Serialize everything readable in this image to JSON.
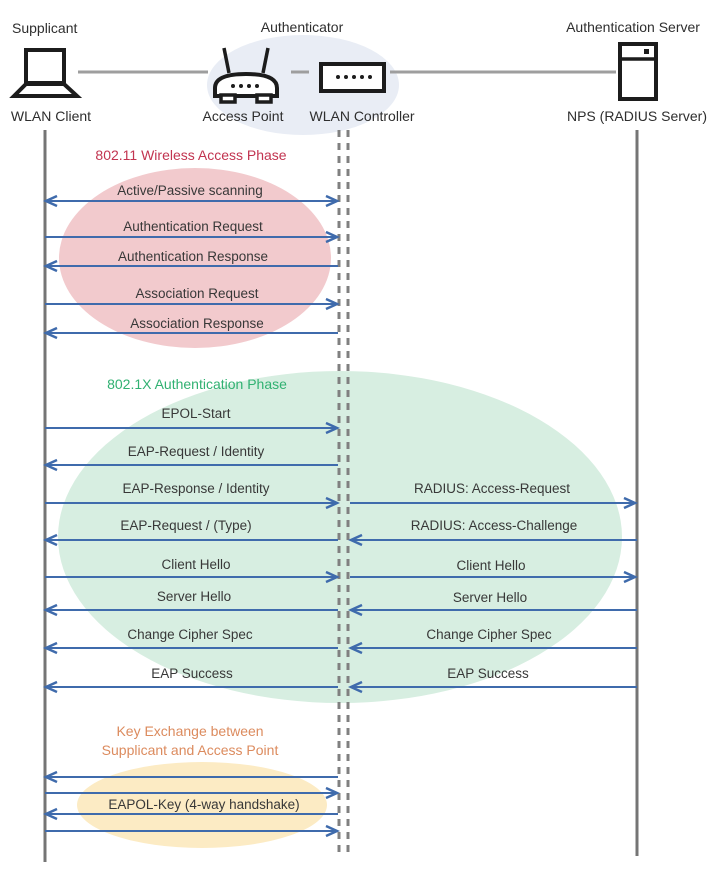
{
  "header": {
    "roles": [
      "Supplicant",
      "Authenticator",
      "Authentication Server"
    ],
    "devices": [
      "WLAN Client",
      "Access Point",
      "WLAN Controller",
      "NPS (RADIUS Server)"
    ],
    "icons": [
      "laptop-icon",
      "access-point-icon",
      "wlan-controller-icon",
      "server-icon"
    ]
  },
  "phases": [
    {
      "title": "802.11 Wireless Access Phase",
      "title_color": "#C23450",
      "ellipse_fill": "#F2CACD"
    },
    {
      "title": "802.1X Authentication Phase",
      "title_color": "#31B172",
      "ellipse_fill": "#D7EEE1"
    },
    {
      "title_line1": "Key Exchange between",
      "title_line2": "Supplicant and Access Point",
      "title_color": "#DC8B5E",
      "ellipse_fill": "#FCEBC4"
    }
  ],
  "client_controller_messages": [
    {
      "label": "Active/Passive scanning",
      "direction": "both",
      "phase": "802.11 Wireless Access Phase"
    },
    {
      "label": "Authentication Request",
      "direction": "right",
      "phase": "802.11 Wireless Access Phase"
    },
    {
      "label": "Authentication Response",
      "direction": "left",
      "phase": "802.11 Wireless Access Phase"
    },
    {
      "label": "Association Request",
      "direction": "right",
      "phase": "802.11 Wireless Access Phase"
    },
    {
      "label": "Association Response",
      "direction": "left",
      "phase": "802.11 Wireless Access Phase"
    },
    {
      "label": "EPOL-Start",
      "direction": "right",
      "phase": "802.1X Authentication Phase"
    },
    {
      "label": "EAP-Request / Identity",
      "direction": "left",
      "phase": "802.1X Authentication Phase"
    },
    {
      "label": "EAP-Response / Identity",
      "direction": "right",
      "phase": "802.1X Authentication Phase"
    },
    {
      "label": "EAP-Request / (Type)",
      "direction": "left",
      "phase": "802.1X Authentication Phase"
    },
    {
      "label": "Client Hello",
      "direction": "right",
      "phase": "802.1X Authentication Phase"
    },
    {
      "label": "Server Hello",
      "direction": "left",
      "phase": "802.1X Authentication Phase"
    },
    {
      "label": "Change Cipher Spec",
      "direction": "left",
      "phase": "802.1X Authentication Phase"
    },
    {
      "label": "EAP Success",
      "direction": "left",
      "phase": "802.1X Authentication Phase"
    },
    {
      "label": "EAPOL-Key (4-way handshake)",
      "direction": "left,right,left,right",
      "phase": "Key Exchange"
    }
  ],
  "controller_server_messages": [
    {
      "label": "RADIUS: Access-Request",
      "direction": "right"
    },
    {
      "label": "RADIUS: Access-Challenge",
      "direction": "left"
    },
    {
      "label": "Client Hello",
      "direction": "right"
    },
    {
      "label": "Server Hello",
      "direction": "left"
    },
    {
      "label": "Change Cipher Spec",
      "direction": "left"
    },
    {
      "label": "EAP Success",
      "direction": "left"
    }
  ],
  "colors": {
    "arrow": "#3F6BAC",
    "lifeline": "#757575",
    "center_dashed_lifeline": "#808080",
    "top_link_line": "#9E9E9E",
    "authenticator_ellipse": "#E9EDF5",
    "message_text": "#383838",
    "icon": "#1C1C1C"
  }
}
